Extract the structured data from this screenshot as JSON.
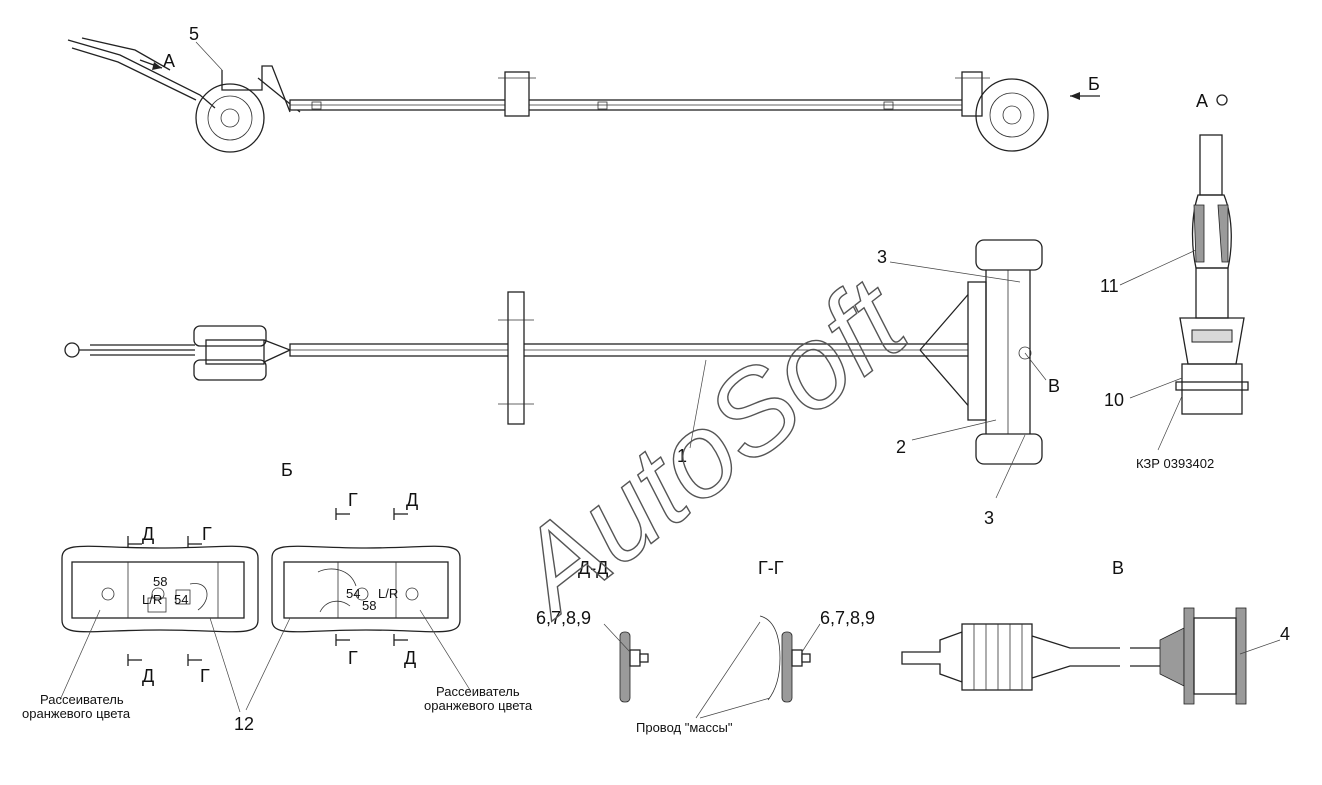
{
  "watermark": "AutoSoft",
  "view_labels": {
    "A": "А",
    "A_rot": "А",
    "B_arrow": "Б",
    "B_view": "Б",
    "V_callout": "В",
    "V_view": "В",
    "G_up_left": "Г",
    "D_up_left": "Д",
    "G_low_left": "Г",
    "D_low_left": "Д",
    "G_up_right": "Г",
    "D_up_right": "Д",
    "G_low_right": "Г",
    "D_low_right": "Д"
  },
  "section_titles": {
    "DD": "Д-Д",
    "GG": "Г-Г"
  },
  "callouts": {
    "p1": "1",
    "p2": "2",
    "p3a": "3",
    "p3b": "3",
    "p4": "4",
    "p5": "5",
    "p10": "10",
    "p11": "11",
    "p12": "12",
    "dd_parts": "6,7,8,9",
    "gg_parts": "6,7,8,9"
  },
  "captions": {
    "lens_left_1": "Рассеиватель",
    "lens_left_2": "оранжевого цвета",
    "lens_right_1": "Рассеиватель",
    "lens_right_2": "оранжевого цвета",
    "ground_wire": "Провод \"массы\"",
    "doc_code": "КЗР 0393402"
  },
  "lamp_marks": {
    "l58": "58",
    "lLR": "L/R",
    "l54": "54",
    "r54": "54",
    "rLR": "L/R",
    "r58": "58"
  }
}
